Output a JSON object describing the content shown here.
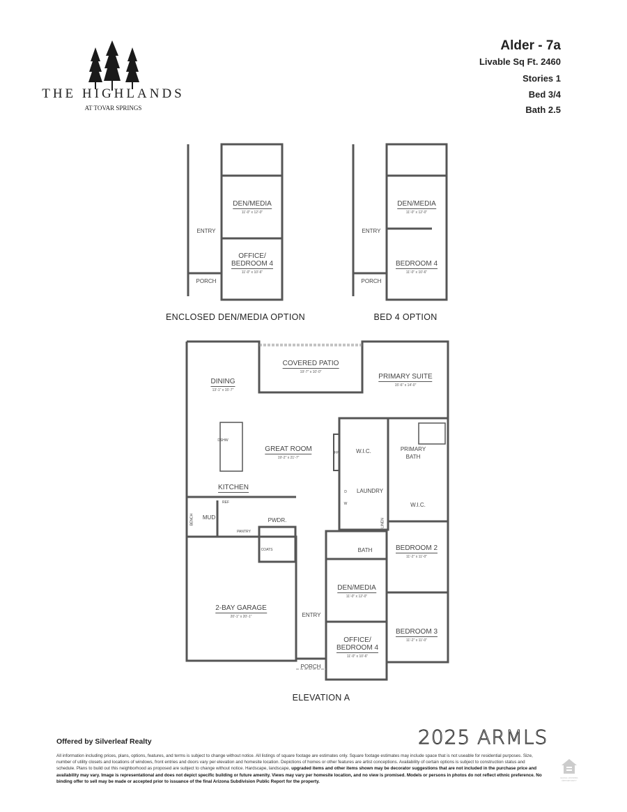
{
  "brand": {
    "name": "THE HIGHLANDS",
    "subtitle": "AT TOVAR SPRINGS",
    "logo_icon": "pine-trees-icon"
  },
  "plan_info": {
    "model": "Alder - 7a",
    "sqft": "Livable Sq Ft. 2460",
    "stories": "Stories 1",
    "bed": "Bed 3/4",
    "bath": "Bath 2.5"
  },
  "options": [
    {
      "caption": "ENCLOSED DEN/MEDIA OPTION",
      "rooms": {
        "den": "DEN/MEDIA",
        "den_dim": "11'-0\" x 12'-0\"",
        "entry": "ENTRY",
        "office1": "OFFICE/",
        "office2": "BEDROOM 4",
        "office_dim": "11'-0\" x 10'-6\"",
        "porch": "PORCH"
      }
    },
    {
      "caption": "BED 4 OPTION",
      "rooms": {
        "den": "DEN/MEDIA",
        "den_dim": "11'-0\" x 12'-0\"",
        "entry": "ENTRY",
        "bed4": "BEDROOM 4",
        "bed4_dim": "11'-0\" x 10'-6\"",
        "porch": "PORCH"
      }
    }
  ],
  "main_plan": {
    "caption": "ELEVATION A",
    "rooms": {
      "dining": "DINING",
      "dining_dim": "13'-1\" x 15'-7\"",
      "patio": "COVERED PATIO",
      "patio_dim": "19'-7\" x 10'-0\"",
      "primary_suite": "PRIMARY SUITE",
      "primary_suite_dim": "15'-6\" x 14'-0\"",
      "great_room": "GREAT ROOM",
      "great_room_dim": "19'-2\" x 21'-7\"",
      "wic": "W.I.C.",
      "primary_bath1": "PRIMARY",
      "primary_bath2": "BATH",
      "fp": "FP",
      "dshw": "DSHW",
      "kitchen": "KITCHEN",
      "ref": "REF",
      "laundry": "LAUNDRY",
      "d": "D",
      "w": "W",
      "wic2": "W.I.C.",
      "bench": "BENCH",
      "mud": "MUD",
      "pantry": "PANTRY",
      "pwdr": "PWDR.",
      "linen": "LINEN",
      "coats": "COATS",
      "bath": "BATH",
      "bedroom2": "BEDROOM 2",
      "bedroom2_dim": "11'-2\" x 11'-0\"",
      "den": "DEN/MEDIA",
      "den_dim": "11'-0\" x 12'-0\"",
      "garage": "2-BAY GARAGE",
      "garage_dim": "20'-1\" x 20'-1\"",
      "entry": "ENTRY",
      "bedroom3": "BEDROOM 3",
      "bedroom3_dim": "11'-2\" x 11'-0\"",
      "office1": "OFFICE/",
      "office2": "BEDROOM 4",
      "office_dim": "11'-0\" x 10'-6\"",
      "porch": "PORCH"
    }
  },
  "footer": {
    "offered_by": "Offered by Silverleaf Realty",
    "disclaimer_1": "All information including prices, plans, options, features, and terms is subject to change without notice. All listings of square footage are estimates only. Square footage estimates may include space that is not useable for residential purposes. Size, number of utility closets and locations of windows, front entries and doors vary per elevation and homesite location. Depictions of homes or other features are artist conceptions. Availability of certain options is subject to construction status and schedule. Plans to build out this neighborhood as proposed are subject to change without notice. Hardscape, landscape,",
    "disclaimer_2": "upgraded items and other items shown may be decorator suggestions that are not included in the purchase price and availability may vary. Image is representational and does not depict specific building or future amenity. Views may vary per homesite location, and no view is promised. Models or persons in photos do not reflect ethnic preference. No binding offer to sell may be made or accepted prior to issuance of the final Arizona Subdivision Public Report for the property.",
    "watermark": "2025 ARMLS",
    "eho_icon": "equal-housing-opportunity-icon",
    "eho_text": "EQUAL HOUSING OPPORTUNITY"
  }
}
